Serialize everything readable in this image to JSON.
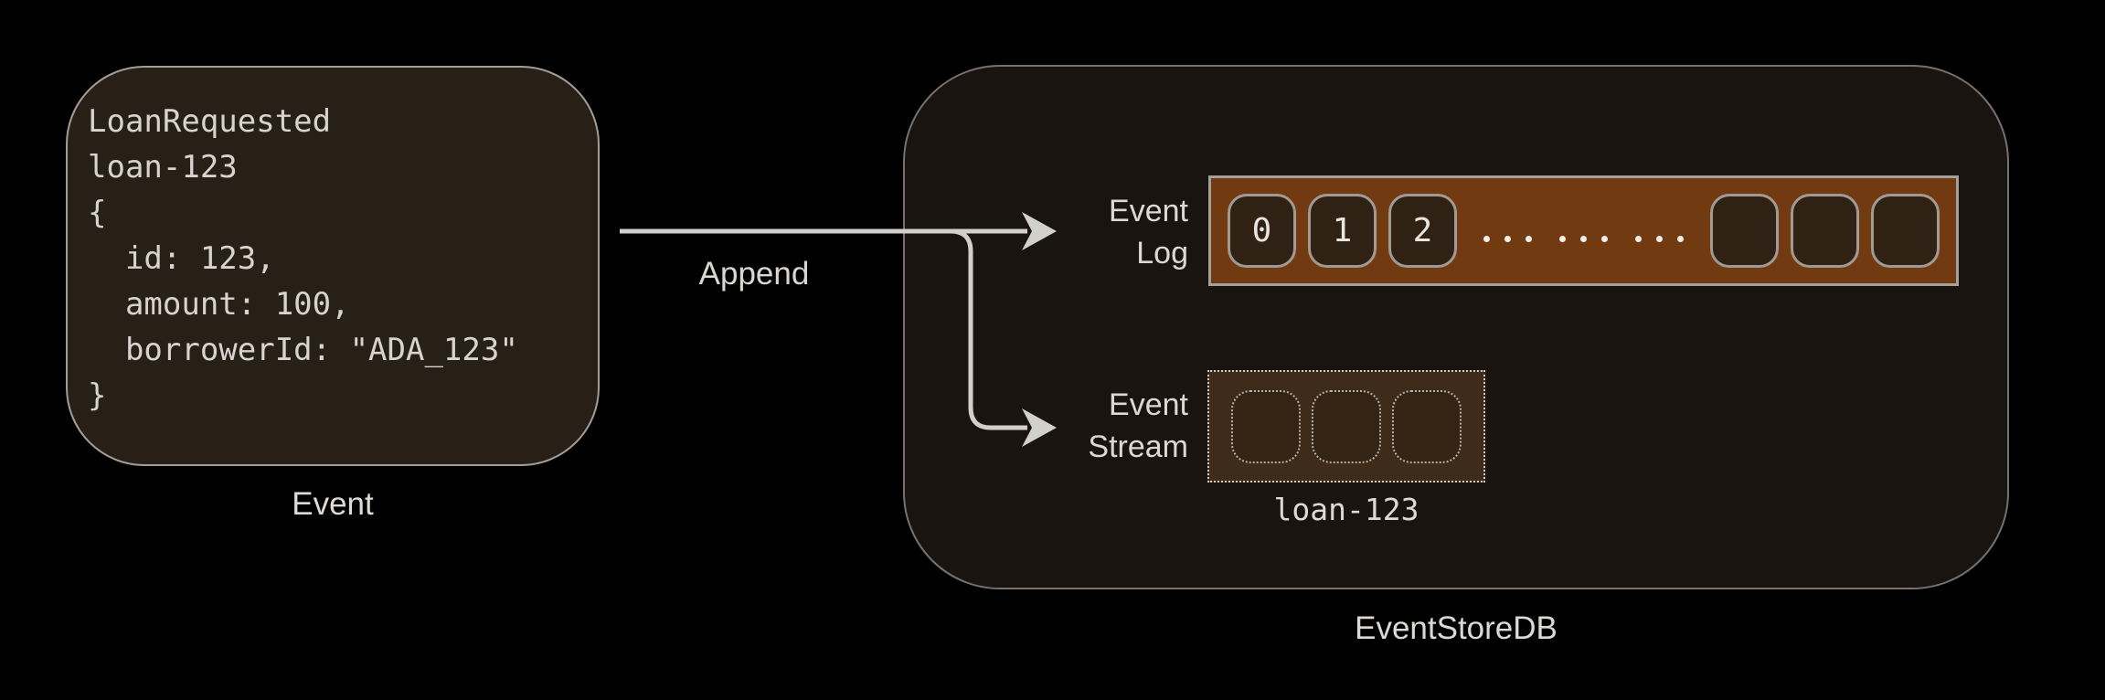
{
  "event_box": {
    "code_lines": [
      "LoanRequested",
      "loan-123",
      "{",
      "  id: 123,",
      "  amount: 100,",
      "  borrowerId: \"ADA_123\"",
      "}"
    ],
    "label": "Event"
  },
  "append_arrow": {
    "label": "Append"
  },
  "eventstoredb": {
    "label": "EventStoreDB",
    "event_log": {
      "label_line1": "Event",
      "label_line2": "Log",
      "cells": [
        "0",
        "1",
        "2"
      ],
      "empty_cell_count": 3,
      "ellipsis": "... ... ..."
    },
    "event_stream": {
      "label_line1": "Event",
      "label_line2": "Stream",
      "stream_name": "loan-123",
      "empty_cell_count": 3
    }
  },
  "colors": {
    "background": "#000000",
    "card_background": "#281f17",
    "container_background": "#1a1411",
    "log_bar_orange": "#713a10",
    "log_cell_background": "#2f2114",
    "stream_box_background": "#3e2b19",
    "border_gray": "#a39d96",
    "arrow_gray": "#d2d0cd",
    "text_light": "#d9d6d1"
  }
}
